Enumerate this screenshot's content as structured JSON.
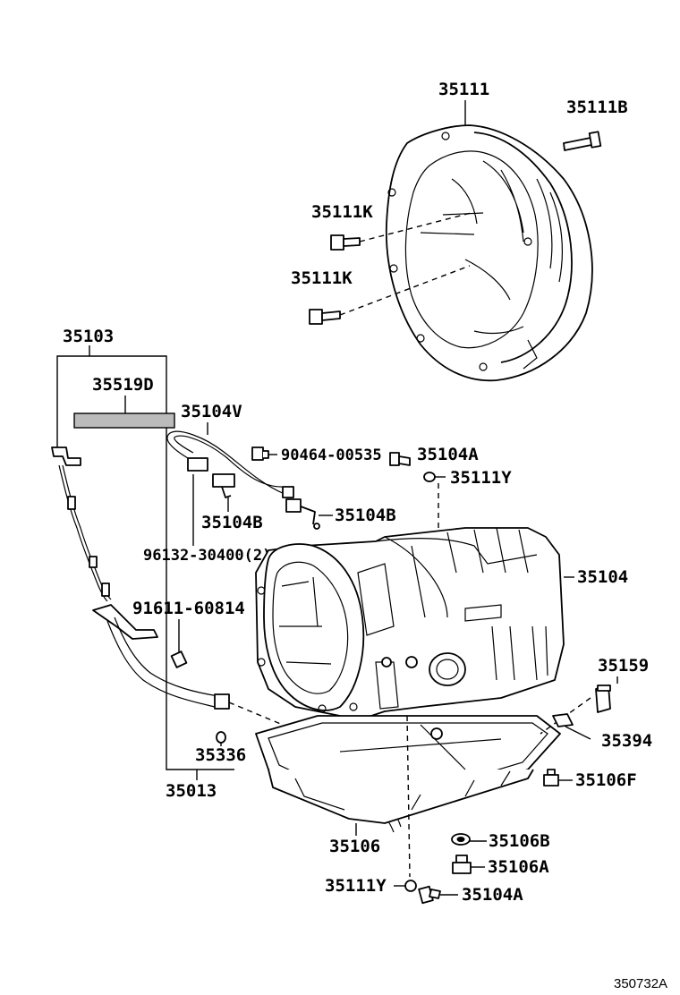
{
  "diagram": {
    "figure_id": "350732A",
    "callouts": {
      "p35111": "35111",
      "p35111B": "35111B",
      "p35111K_a": "35111K",
      "p35111K_b": "35111K",
      "p35103": "35103",
      "p35519D": "35519D",
      "p35104V": "35104V",
      "p90464": "90464-00535",
      "p35104A_top": "35104A",
      "p35111Y_top": "35111Y",
      "p35104B_left": "35104B",
      "p35104B_right": "35104B",
      "p96132": "96132-30400(2)",
      "p35104": "35104",
      "p91611": "91611-60814",
      "p35159": "35159",
      "p35394": "35394",
      "p35336": "35336",
      "p35013": "35013",
      "p35106F": "35106F",
      "p35106": "35106",
      "p35106B": "35106B",
      "p35106A": "35106A",
      "p35111Y_bot": "35111Y",
      "p35104A_bot": "35104A"
    }
  }
}
